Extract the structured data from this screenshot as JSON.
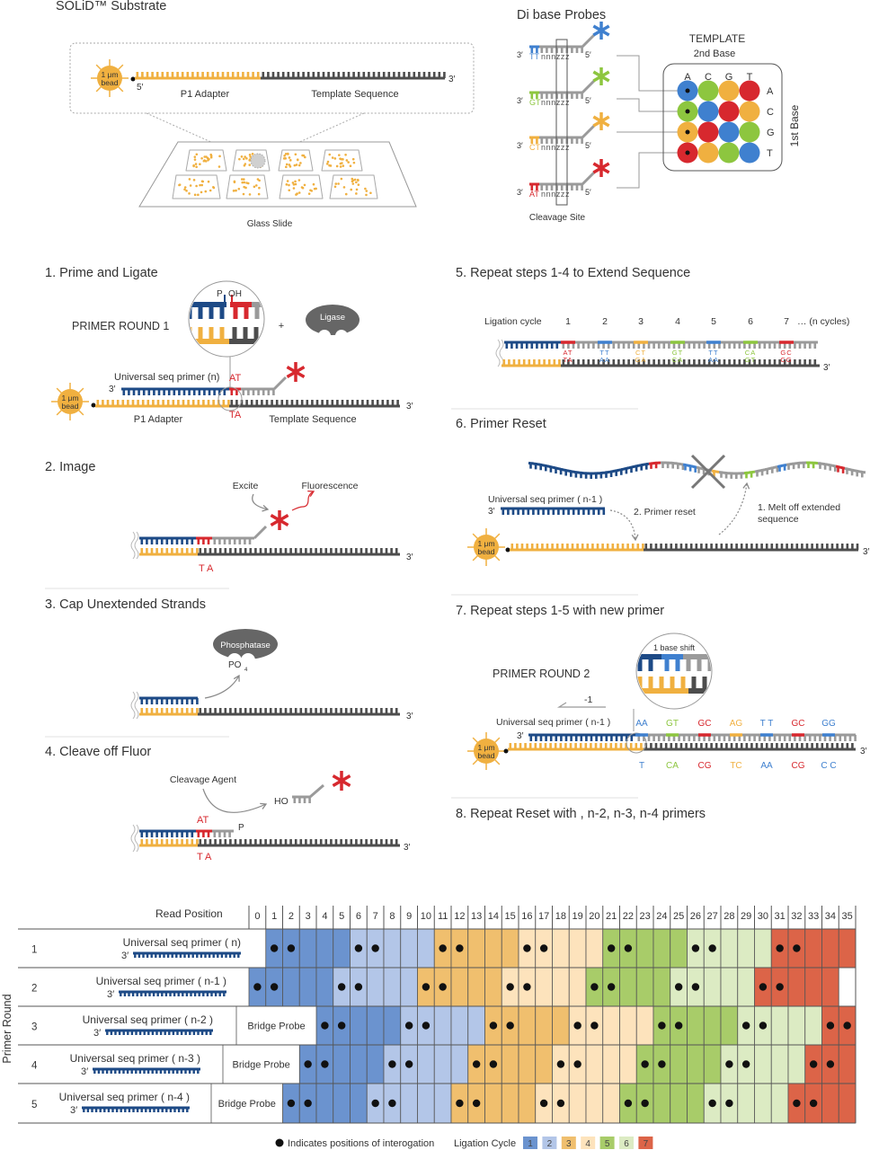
{
  "colors": {
    "navy": "#1d4a86",
    "orange": "#f0b040",
    "dark": "#4d4d4d",
    "grey": "#9a9a9a",
    "red": "#d7282e",
    "blue": "#3f80cf",
    "green": "#8dc63f",
    "text": "#333333"
  },
  "common": {
    "bead_line1": "1 μm",
    "bead_line2": "bead",
    "three": "3′",
    "five": "5′"
  },
  "substrate": {
    "title": "SOLiD™ Substrate",
    "p1": "P1 Adapter",
    "template": "Template Sequence",
    "glass": "Glass Slide"
  },
  "probes": {
    "title": "Di base Probes",
    "cleavage": "Cleavage Site",
    "items": [
      {
        "dinuc": "TT",
        "rest": "nnnzzz",
        "color": "blue"
      },
      {
        "dinuc": "GT",
        "rest": "nnnzzz",
        "color": "green"
      },
      {
        "dinuc": "CT",
        "rest": "nnnzzz",
        "color": "orange"
      },
      {
        "dinuc": "AT",
        "rest": "nnnzzz",
        "color": "red"
      }
    ]
  },
  "matrix": {
    "title": "TEMPLATE",
    "second": "2nd Base",
    "first": "1st Base",
    "cols": [
      "A",
      "C",
      "G",
      "T"
    ],
    "rows": [
      "A",
      "C",
      "G",
      "T"
    ],
    "cells": [
      [
        "blue",
        "green",
        "orange",
        "red"
      ],
      [
        "green",
        "blue",
        "red",
        "orange"
      ],
      [
        "orange",
        "red",
        "blue",
        "green"
      ],
      [
        "red",
        "orange",
        "green",
        "blue"
      ]
    ]
  },
  "step1": {
    "title": "1. Prime and Ligate",
    "round": "PRIMER ROUND 1",
    "p": "P",
    "oh": "OH",
    "plus": "+",
    "ligase": "Ligase",
    "primer": "Universal seq primer (n)",
    "top_pair": "AT",
    "bottom_pair": "TA",
    "p1": "P1 Adapter",
    "template": "Template Sequence"
  },
  "step2": {
    "title": "2. Image",
    "excite": "Excite",
    "fluor": "Fluorescence",
    "bottom_pair": "T A"
  },
  "step3": {
    "title": "3. Cap Unextended Strands",
    "enzyme": "Phosphatase",
    "po": "PO",
    "po_sub": "4"
  },
  "step4": {
    "title": "4. Cleave off Fluor",
    "agent": "Cleavage Agent",
    "ho": "HO",
    "p": "P",
    "top_pair": "AT",
    "bottom_pair": "T A"
  },
  "step5": {
    "title": "5. Repeat steps 1-4 to Extend Sequence",
    "cycle_label": "Ligation cycle",
    "more": "… (n cycles)",
    "cycles": [
      {
        "n": "1",
        "top": "AT",
        "bottom": "TA",
        "color": "red"
      },
      {
        "n": "2",
        "top": "TT",
        "bottom": "AA",
        "color": "blue"
      },
      {
        "n": "3",
        "top": "CT",
        "bottom": "GA",
        "color": "orange"
      },
      {
        "n": "4",
        "top": "GT",
        "bottom": "CA",
        "color": "green"
      },
      {
        "n": "5",
        "top": "TT",
        "bottom": "AA",
        "color": "blue"
      },
      {
        "n": "6",
        "top": "CA",
        "bottom": "GT",
        "color": "green"
      },
      {
        "n": "7",
        "top": "GC",
        "bottom": "CG",
        "color": "red"
      }
    ]
  },
  "step6": {
    "title": "6. Primer Reset",
    "primer": "Universal seq primer ( n-1 )",
    "reset": "2. Primer reset",
    "melt_1": "1. Melt off extended",
    "melt_2": "sequence"
  },
  "step7": {
    "title": "7. Repeat steps 1-5 with new primer",
    "round": "PRIMER ROUND 2",
    "shift": "1 base shift",
    "minus": "-1",
    "primer": "Universal seq primer ( n-1 )",
    "pairs": [
      {
        "top": "AA",
        "bottom": "T",
        "color": "blue"
      },
      {
        "top": "GT",
        "bottom": "CA",
        "color": "green"
      },
      {
        "top": "GC",
        "bottom": "CG",
        "color": "red"
      },
      {
        "top": "AG",
        "bottom": "TC",
        "color": "orange"
      },
      {
        "top": "T T",
        "bottom": "AA",
        "color": "blue"
      },
      {
        "top": "GC",
        "bottom": "CG",
        "color": "red"
      },
      {
        "top": "GG",
        "bottom": "C C",
        "color": "blue"
      }
    ]
  },
  "step8": {
    "title": "8. Repeat Reset with , n-2, n-3, n-4 primers"
  },
  "table": {
    "header": "Read Position",
    "axis": "Primer Round",
    "bridge": "Bridge Probe",
    "positions": [
      0,
      1,
      2,
      3,
      4,
      5,
      6,
      7,
      8,
      9,
      10,
      11,
      12,
      13,
      14,
      15,
      16,
      17,
      18,
      19,
      20,
      21,
      22,
      23,
      24,
      25,
      26,
      27,
      28,
      29,
      30,
      31,
      32,
      33,
      34,
      35
    ],
    "cycle_length": 5,
    "interrogated_per_cycle": 2,
    "rows": [
      {
        "round": "1",
        "primer": "Universal seq primer ( n)",
        "start": 1,
        "bridge": false
      },
      {
        "round": "2",
        "primer": "Universal seq primer ( n-1 )",
        "start": 0,
        "bridge": false
      },
      {
        "round": "3",
        "primer": "Universal seq primer ( n-2 )",
        "start": 4,
        "bridge": true
      },
      {
        "round": "4",
        "primer": "Universal seq primer ( n-3 )",
        "start": 3,
        "bridge": true
      },
      {
        "round": "5",
        "primer": "Universal seq primer ( n-4 )",
        "start": 2,
        "bridge": true
      }
    ],
    "legend_dot": "Indicates positions of interogation",
    "legend_cycle": "Ligation Cycle",
    "cycles": [
      "1",
      "2",
      "3",
      "4",
      "5",
      "6",
      "7"
    ],
    "cycle_colors": [
      "#6b93cf",
      "#b3c6e8",
      "#f0bf6e",
      "#fde3bc",
      "#a8cc69",
      "#dcebc3",
      "#dc6448"
    ]
  }
}
